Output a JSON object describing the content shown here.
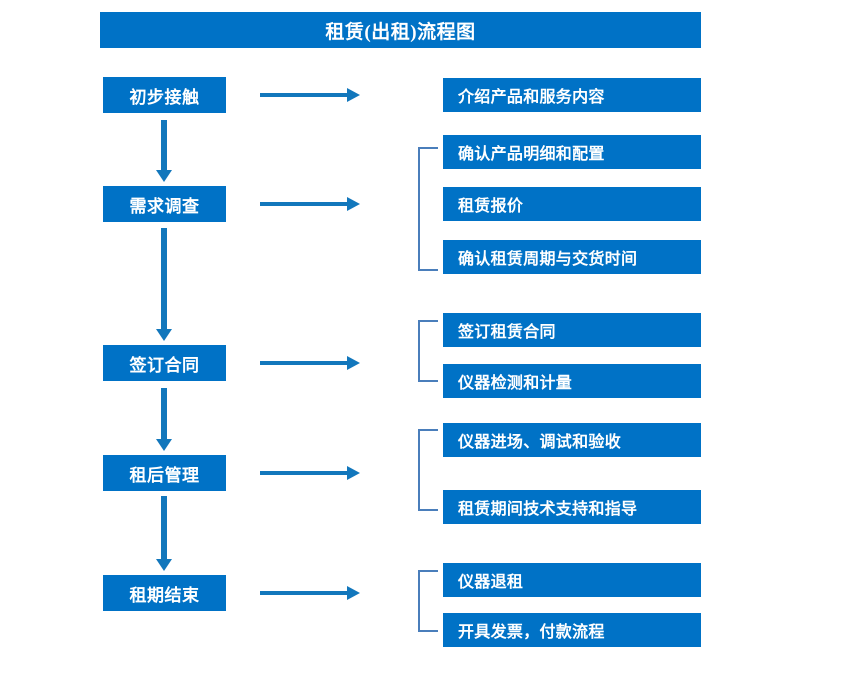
{
  "title": {
    "text": "租赁(出租)流程图"
  },
  "colors": {
    "box_fill": "#0072c6",
    "box_text": "#ffffff",
    "arrow": "#1277bc",
    "bracket": "#4a7ebb",
    "background": "#ffffff"
  },
  "chart_data": {
    "type": "diagram",
    "title": "租赁(出租)流程图",
    "orientation": "vertical-with-side-details",
    "stages": [
      {
        "label": "初步接触",
        "details": [
          "介绍产品和服务内容"
        ],
        "bracketed": false
      },
      {
        "label": "需求调查",
        "details": [
          "确认产品明细和配置",
          "租赁报价",
          "确认租赁周期与交货时间"
        ],
        "bracketed": true
      },
      {
        "label": "签订合同",
        "details": [
          "签订租赁合同",
          "仪器检测和计量"
        ],
        "bracketed": true
      },
      {
        "label": "租后管理",
        "details": [
          "仪器进场、调试和验收",
          "租赁期间技术支持和指导"
        ],
        "bracketed": true
      },
      {
        "label": "租期结束",
        "details": [
          "仪器退租",
          "开具发票，付款流程"
        ],
        "bracketed": true
      }
    ],
    "flow_connections": [
      "初步接触 → 需求调查",
      "需求调查 → 签订合同",
      "签订合同 → 租后管理",
      "租后管理 → 租期结束"
    ]
  },
  "stages": [
    {
      "label": "初步接触"
    },
    {
      "label": "需求调查"
    },
    {
      "label": "签订合同"
    },
    {
      "label": "租后管理"
    },
    {
      "label": "租期结束"
    }
  ],
  "details": [
    {
      "label": "介绍产品和服务内容"
    },
    {
      "label": "确认产品明细和配置"
    },
    {
      "label": "租赁报价"
    },
    {
      "label": "确认租赁周期与交货时间"
    },
    {
      "label": "签订租赁合同"
    },
    {
      "label": "仪器检测和计量"
    },
    {
      "label": "仪器进场、调试和验收"
    },
    {
      "label": "租赁期间技术支持和指导"
    },
    {
      "label": "仪器退租"
    },
    {
      "label": "开具发票，付款流程"
    }
  ]
}
